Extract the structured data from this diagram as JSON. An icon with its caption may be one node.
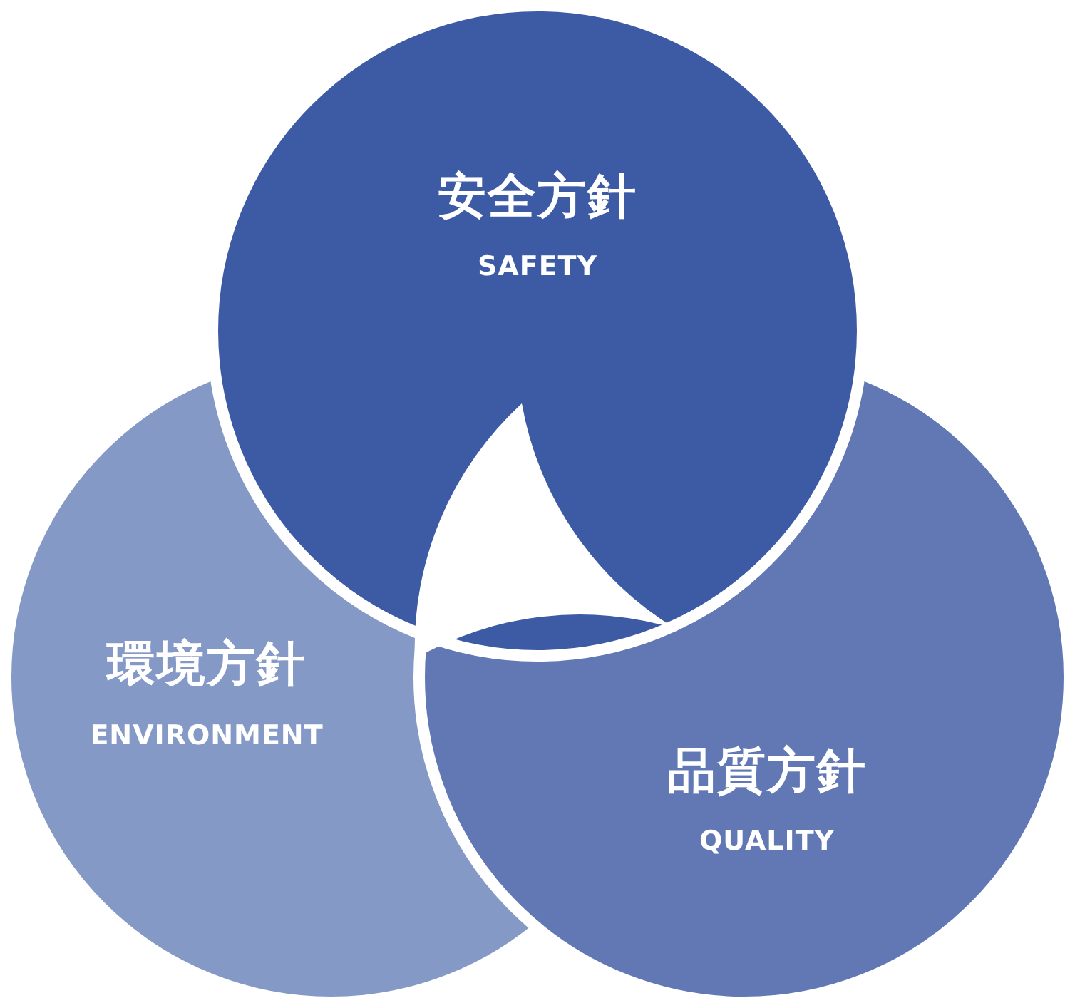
{
  "diagram": {
    "nodes": [
      {
        "text": [
          "安全方針",
          "SAFETY"
        ]
      },
      {
        "text": [
          "環境方針",
          "ENVIRONMENT"
        ]
      },
      {
        "text": [
          "品質方針",
          "QUALITY"
        ]
      }
    ]
  }
}
